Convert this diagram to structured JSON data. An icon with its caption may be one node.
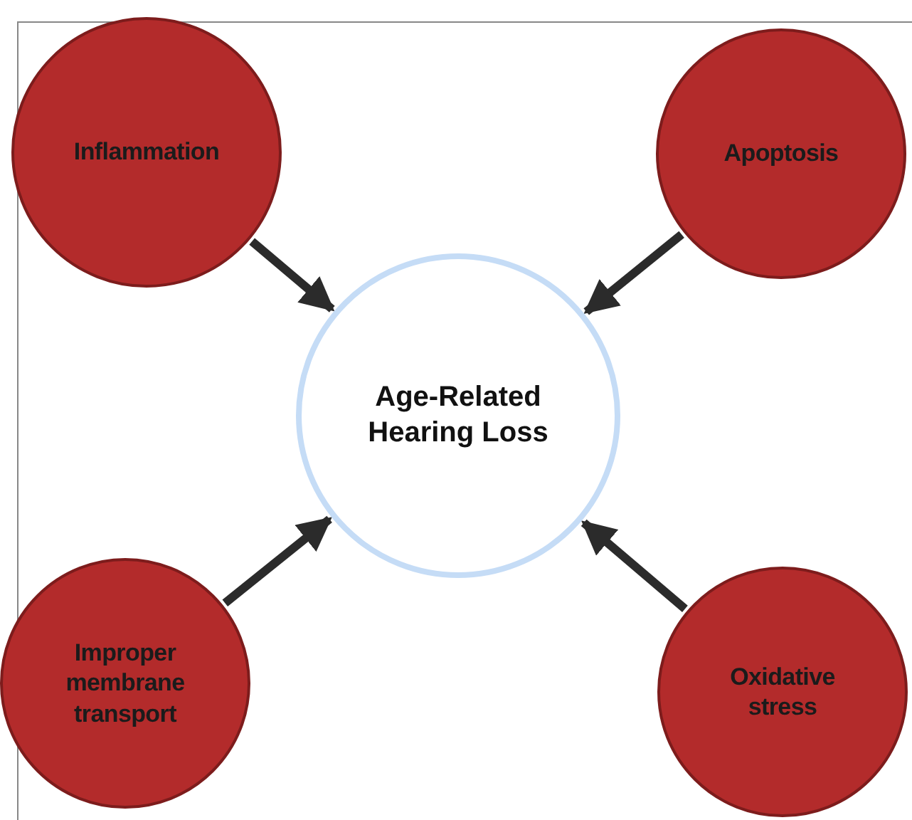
{
  "diagram": {
    "nodes": [
      {
        "text": [
          "Inflammation"
        ]
      },
      {
        "text": [
          "Apoptosis"
        ]
      },
      {
        "text": [
          "Age-Related Hearing Loss"
        ]
      },
      {
        "text": [
          "Improper membrane transport"
        ]
      },
      {
        "text": [
          "Oxidative stress"
        ]
      }
    ],
    "edges": [
      {
        "from": 0,
        "to": 2,
        "arrow": "to"
      },
      {
        "from": 1,
        "to": 2,
        "arrow": "to"
      },
      {
        "from": 3,
        "to": 2,
        "arrow": "to"
      },
      {
        "from": 4,
        "to": 2,
        "arrow": "to"
      }
    ]
  }
}
